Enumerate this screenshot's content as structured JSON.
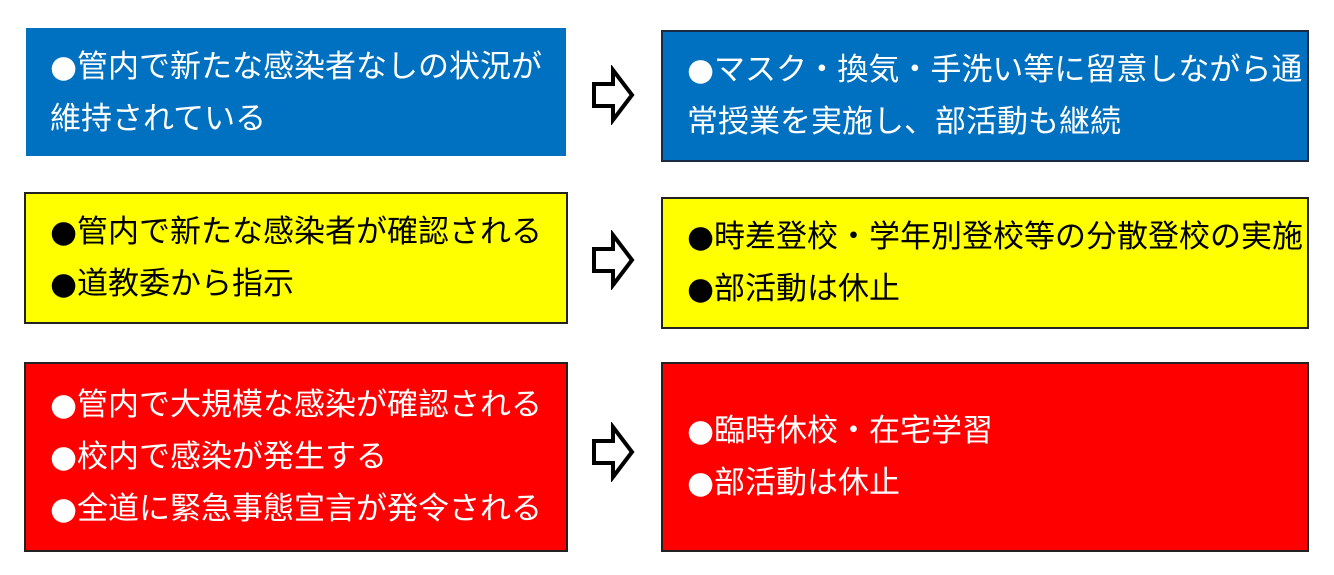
{
  "colors": {
    "blue": "#0070c0",
    "yellow": "#ffff00",
    "red": "#ff0000",
    "text_light": "#ffffff",
    "text_dark": "#000000"
  },
  "rows": [
    {
      "condition": {
        "color": "blue",
        "lines": [
          "●管内で新たな感染者なしの状況が",
          "維持されている"
        ]
      },
      "response": {
        "color": "blue",
        "lines": [
          "●マスク・換気・手洗い等に留意しながら通",
          "常授業を実施し、部活動も継続"
        ]
      }
    },
    {
      "condition": {
        "color": "yellow",
        "lines": [
          "●管内で新たな感染者が確認される",
          "●道教委から指示"
        ]
      },
      "response": {
        "color": "yellow",
        "lines": [
          "●時差登校・学年別登校等の分散登校の実施",
          "●部活動は休止"
        ]
      }
    },
    {
      "condition": {
        "color": "red",
        "lines": [
          "●管内で大規模な感染が確認される",
          "●校内で感染が発生する",
          "●全道に緊急事態宣言が発令される"
        ]
      },
      "response": {
        "color": "red",
        "lines": [
          "●臨時休校・在宅学習",
          "●部活動は休止"
        ]
      }
    }
  ],
  "arrow_icon": "outline-right-arrow-icon"
}
